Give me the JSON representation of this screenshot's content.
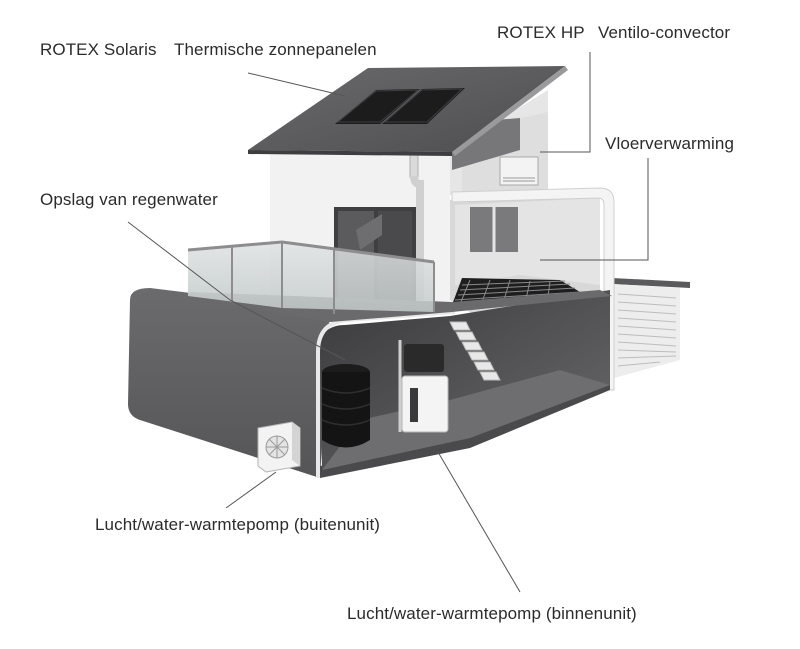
{
  "labels": {
    "solaris": "ROTEX Solaris",
    "solar_panels": "Thermische zonnepanelen",
    "hp": "ROTEX HP",
    "fan_coil": "Ventilo-convector",
    "floor_heating": "Vloerverwarming",
    "rainwater": "Opslag van regenwater",
    "outdoor_unit": "Lucht/water-warmtepomp (buitenunit)",
    "indoor_unit": "Lucht/water-warmtepomp (binnenunit)"
  },
  "colors": {
    "background": "#ffffff",
    "roof": "#5c5c5e",
    "wall": "#ececec",
    "dark_floor": "#5a5a5c",
    "leader_line": "#555555",
    "text": "#2b2b2b"
  }
}
